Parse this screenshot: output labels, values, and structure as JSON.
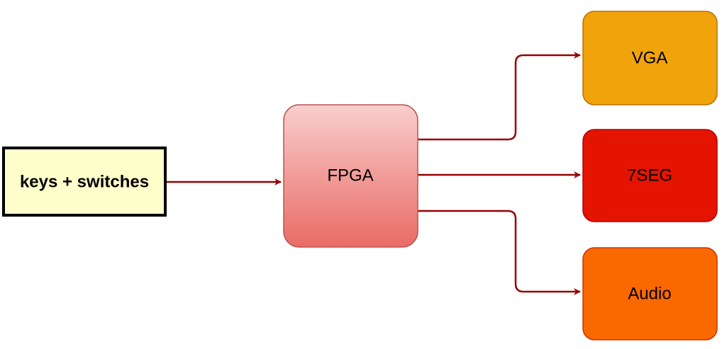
{
  "diagram": {
    "nodes": {
      "input": {
        "label": "keys + switches",
        "fill": "#ffffcc",
        "stroke": "#000000"
      },
      "fpga": {
        "label": "FPGA",
        "fill_top": "#f8cecc",
        "fill_bottom": "#ea6b66",
        "stroke": "#b85450"
      },
      "vga": {
        "label": "VGA",
        "fill": "#f0a30a",
        "stroke": "#bd7000"
      },
      "sevenseg": {
        "label": "7SEG",
        "fill": "#e51400",
        "stroke": "#b20000"
      },
      "audio": {
        "label": "Audio",
        "fill": "#fa6800",
        "stroke": "#c73500"
      }
    },
    "edges": [
      {
        "from": "keys + switches",
        "to": "FPGA"
      },
      {
        "from": "FPGA",
        "to": "VGA"
      },
      {
        "from": "FPGA",
        "to": "7SEG"
      },
      {
        "from": "FPGA",
        "to": "Audio"
      }
    ],
    "edge_color": "#990000"
  }
}
